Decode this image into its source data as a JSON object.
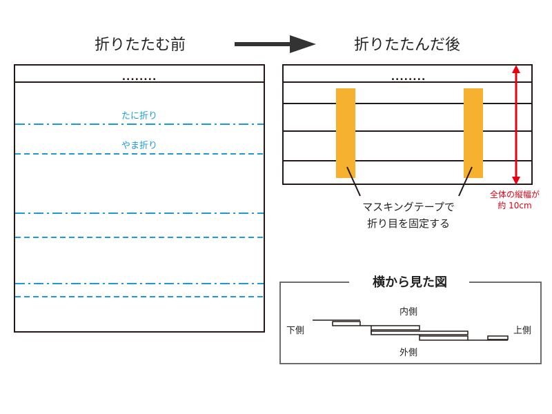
{
  "before": {
    "title": "折りたたむ前",
    "dots": "........",
    "valley_label": "たに折り",
    "mountain_label": "やま折り"
  },
  "after": {
    "title": "折りたたんだ後",
    "dots": "........",
    "tape_label_line1": "マスキングテープで",
    "tape_label_line2": "折り目を固定する",
    "height_label_line1": "全体の縦幅が",
    "height_label_line2": "約 10cm"
  },
  "side_view": {
    "title": "横から見た図",
    "inner": "内側",
    "outer": "外側",
    "lower": "下側",
    "upper": "上側"
  },
  "colors": {
    "line": "#231815",
    "fold_blue": "#1c9ad6",
    "tape": "#f6b12f",
    "arrow_red": "#e50012",
    "frame_gray": "#6b6b6b",
    "title_arrow": "#333333"
  }
}
